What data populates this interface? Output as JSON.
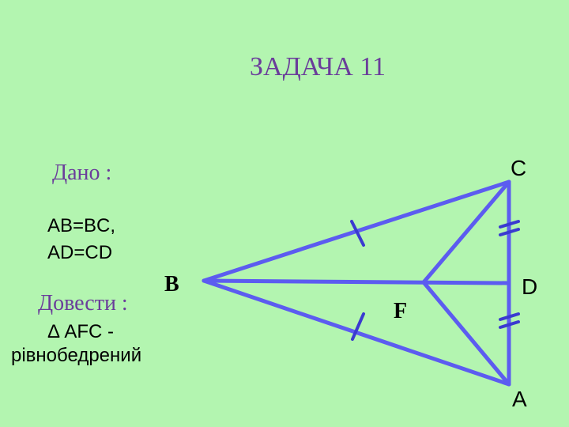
{
  "title": "ЗАДАЧА 11",
  "given": {
    "heading": "Дано :",
    "line1": "AB=BC,",
    "line2": "AD=CD"
  },
  "prove": {
    "heading": "Довести :",
    "line1": "Δ AFC -",
    "line2": "рівнобедрений"
  },
  "points": {
    "C": "C",
    "B": "B",
    "F": "F",
    "D": "D",
    "A": "A"
  },
  "colors": {
    "background": "#b3f5b0",
    "heading": "#6a3d9a",
    "lines": "#5c5cf0",
    "ticks": "#3a3ad0"
  }
}
